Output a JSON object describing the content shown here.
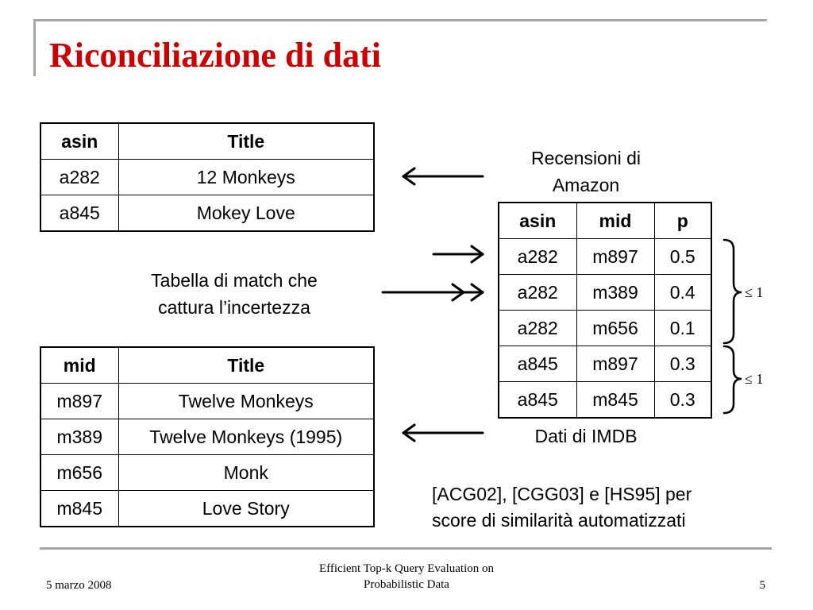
{
  "slide": {
    "title": "Riconciliazione di dati"
  },
  "amazon_table": {
    "columns": [
      "asin",
      "Title"
    ],
    "rows": [
      [
        "a282",
        "12 Monkeys"
      ],
      [
        "a845",
        "Mokey Love"
      ]
    ]
  },
  "imdb_table": {
    "columns": [
      "mid",
      "Title"
    ],
    "rows": [
      [
        "m897",
        "Twelve Monkeys"
      ],
      [
        "m389",
        "Twelve Monkeys (1995)"
      ],
      [
        "m656",
        "Monk"
      ],
      [
        "m845",
        "Love Story"
      ]
    ]
  },
  "match_table": {
    "columns": [
      "asin",
      "mid",
      "p"
    ],
    "rows": [
      [
        "a282",
        "m897",
        "0.5"
      ],
      [
        "a282",
        "m389",
        "0.4"
      ],
      [
        "a282",
        "m656",
        "0.1"
      ],
      [
        "a845",
        "m897",
        "0.3"
      ],
      [
        "a845",
        "m845",
        "0.3"
      ]
    ]
  },
  "labels": {
    "amazon_caption": [
      "Recensioni di",
      "Amazon"
    ],
    "match_caption": [
      "Tabella di match che",
      "cattura l’incertezza"
    ],
    "imdb_caption": "Dati di IMDB",
    "brace_1": "≤ 1",
    "brace_2": "≤ 1",
    "references": [
      "[ACG02], [CGG03] e [HS95] per",
      "score di similarità automatizzati"
    ]
  },
  "footer": {
    "date": "5 marzo 2008",
    "title": "Efficient Top-k Query Evaluation on Probabilistic Data",
    "page": "5"
  }
}
